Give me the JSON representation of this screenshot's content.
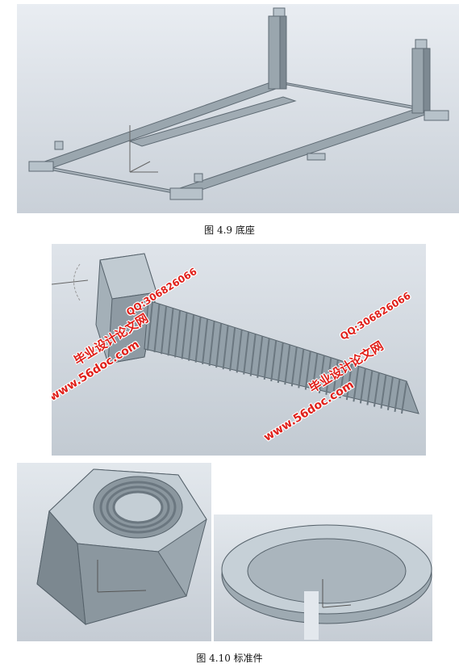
{
  "figures": [
    {
      "id": "fig-4-9",
      "caption": "图 4.9  底座"
    },
    {
      "id": "fig-4-10",
      "caption": "图 4.10  标准件"
    }
  ],
  "watermarks": {
    "site": "毕业设计论文网",
    "qq": "QQ:306826066",
    "url": "www.56doc.com"
  },
  "colors": {
    "steel": "#8f9ca6",
    "steel_dark": "#5f6b74",
    "steel_light": "#b7c2ca",
    "watermark": "#e0201a"
  }
}
